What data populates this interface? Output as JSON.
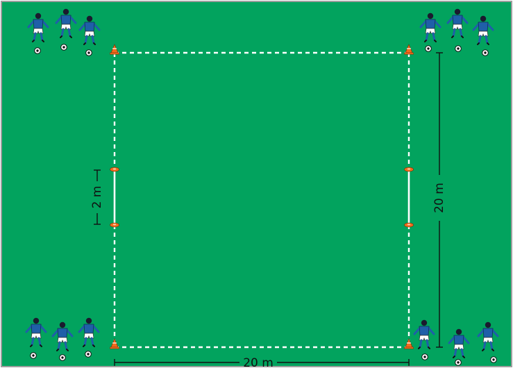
{
  "diagram": {
    "field_color": "#02a35e",
    "border_color": "#9e9e9e",
    "line_color": "#ffffff",
    "cone_color": "#f26b1d",
    "player_shirt_color": "#1f5fa8",
    "player_shorts_color": "#ffffff",
    "player_socks_color": "#1f5fa8",
    "ball_color": "#111111",
    "measure_color": "#111111"
  },
  "labels": {
    "width_label": "20 m",
    "height_label": "20 m",
    "gate_label": "2 m"
  },
  "icons": {
    "player": "player-figure",
    "ball": "soccer-ball-icon",
    "cone": "cone-icon"
  },
  "groups": [
    {
      "name": "top-left",
      "players": 3,
      "balls": 3
    },
    {
      "name": "top-right",
      "players": 3,
      "balls": 3
    },
    {
      "name": "bottom-left",
      "players": 3,
      "balls": 3
    },
    {
      "name": "bottom-right",
      "players": 3,
      "balls": 3
    }
  ]
}
